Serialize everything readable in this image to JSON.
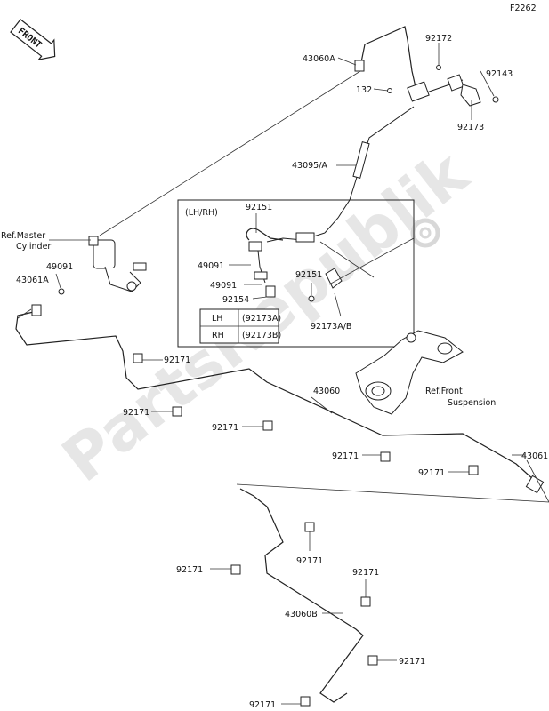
{
  "page_code": "F2262",
  "front_badge": "FRONT",
  "watermark": "PartsRepublik",
  "inset": {
    "title": "(LH/RH)",
    "table": [
      [
        "LH",
        "(92173A)"
      ],
      [
        "RH",
        "(92173B)"
      ]
    ]
  },
  "labels": {
    "l43060A": "43060A",
    "l92172": "92172",
    "l92143": "92143",
    "l132": "132",
    "l92173": "92173",
    "l43095A": "43095/A",
    "l92151a": "92151",
    "lRefMaster1": "Ref.Master",
    "lRefMaster2": "Cylinder",
    "l49091a": "49091",
    "l49091b": "49091",
    "l43061A": "43061A",
    "l49091c": "49091",
    "l92154": "92154",
    "l92151b": "92151",
    "l92173AB": "92173A/B",
    "l92171a": "92171",
    "l43060": "43060",
    "lRefFront1": "Ref.Front",
    "lRefFront2": "Suspension",
    "l92171b": "92171",
    "l92171c": "92171",
    "l92171d": "92171",
    "l43061": "43061",
    "l92171e": "92171",
    "l92171f": "92171",
    "l92171g": "92171",
    "l92171h": "92171",
    "l43060B": "43060B",
    "l92171i": "92171",
    "l92171j": "92171"
  }
}
